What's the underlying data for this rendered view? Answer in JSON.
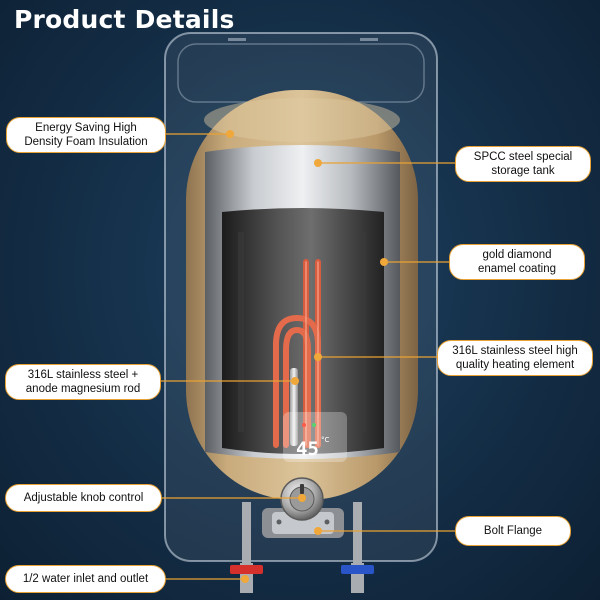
{
  "page": {
    "title": "Product Details"
  },
  "display": {
    "temperature": "45",
    "unit": "°C"
  },
  "callouts": {
    "insulation": {
      "line1": "Energy Saving High",
      "line2": "Density Foam Insulation"
    },
    "storage_tank": {
      "line1": "SPCC steel special",
      "line2": "storage tank"
    },
    "enamel": {
      "line1": "gold diamond",
      "line2": "enamel coating"
    },
    "anode_rod": {
      "line1": "316L stainless steel +",
      "line2": "anode magnesium rod"
    },
    "heating_element": {
      "line1": "316L stainless steel high",
      "line2": "quality heating element"
    },
    "knob": {
      "line1": "Adjustable knob control"
    },
    "flange": {
      "line1": "Bolt Flange"
    },
    "inlet_outlet": {
      "line1": "1/2 water inlet and outlet"
    }
  },
  "colors": {
    "callout_border": "#e9a233",
    "leader_line": "#e9a233",
    "tank_gold": "#c6a878",
    "element_copper": "#e0694a"
  }
}
